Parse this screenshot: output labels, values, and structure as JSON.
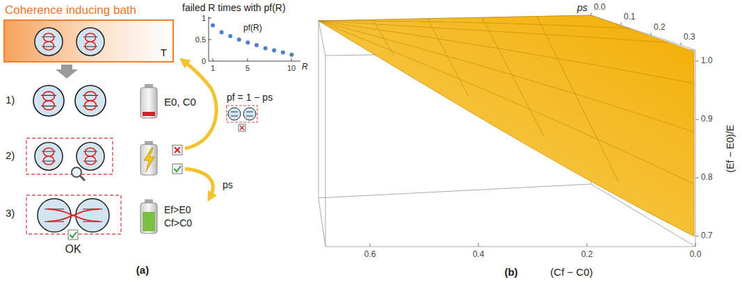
{
  "diagram": {
    "nodes": [
      {
        "text": [
          "Coherence inducing bath",
          "T"
        ]
      }
    ],
    "labels": [
      "1)",
      "2)",
      "3)",
      "E0, C0",
      "Ef>E0",
      "Cf>C0",
      "OK",
      "failed R times with pf(R)",
      "1",
      "0.5",
      "0",
      "pf(R)",
      "1",
      "5",
      "10",
      "R",
      "pf = 1 − ps",
      "ps",
      "(a)",
      "ps",
      "0.0",
      "0.1",
      "0.2",
      "0.3",
      "1.0",
      "0.9",
      "0.8",
      "0.7",
      "(Ef − E0)/E",
      "0.6",
      "0.4",
      "0.2",
      "0.0",
      "(Cf − C0)",
      "(b)"
    ]
  }
}
